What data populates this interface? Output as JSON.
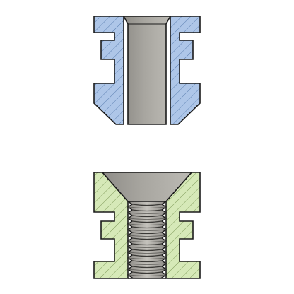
{
  "figure": {
    "background": "#ffffff",
    "outline_color": "#1b1b1b"
  },
  "parts": [
    {
      "name": "unthreaded-insert",
      "section_fill": "#aec6e8",
      "hatch_color": "#5b7fb0",
      "bore_fill": "#a8a6a0",
      "bore_type": "plain"
    },
    {
      "name": "threaded-insert",
      "section_fill": "#d6e9b8",
      "hatch_color": "#7e9a58",
      "bore_fill": "#a8a6a0",
      "bore_type": "threaded-countersunk"
    }
  ]
}
